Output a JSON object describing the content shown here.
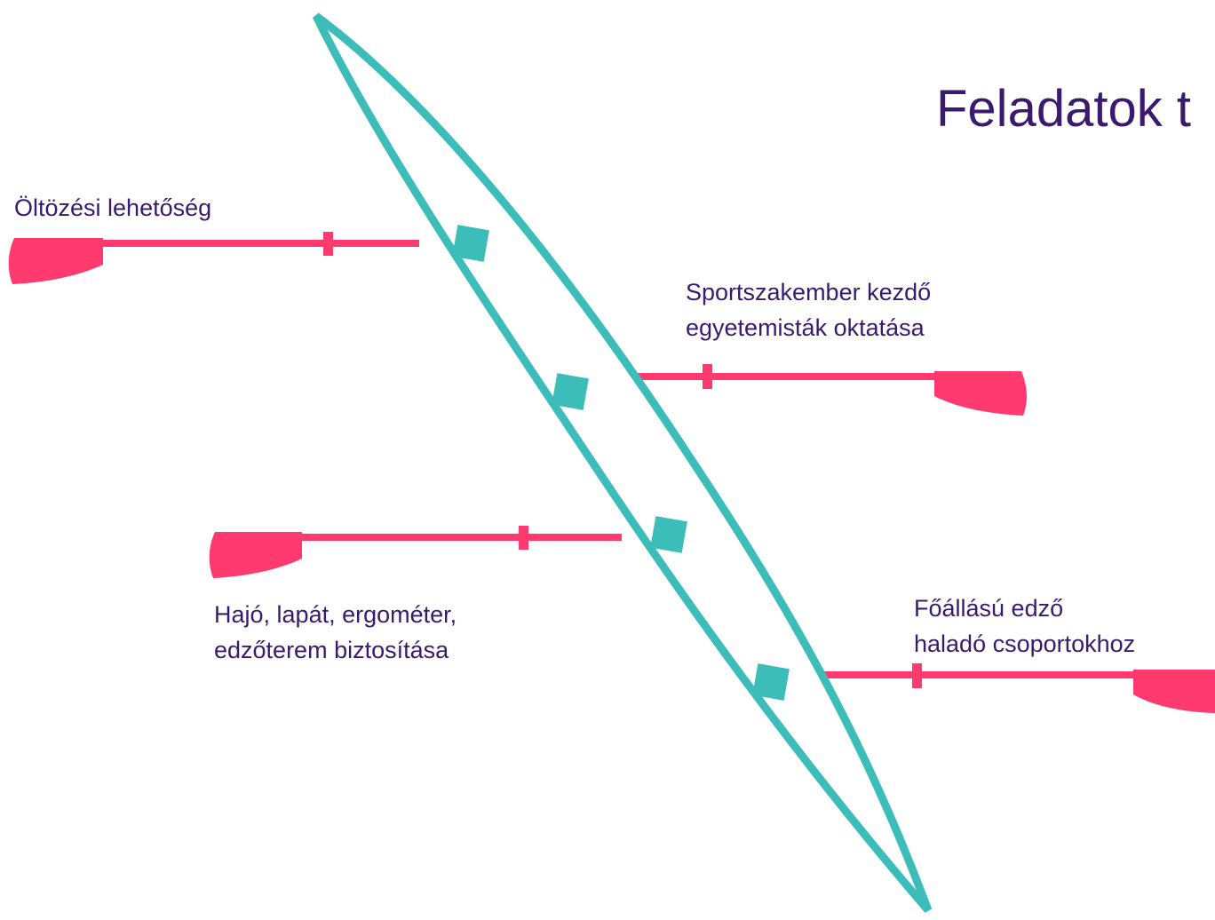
{
  "title": "Feladatok t",
  "labels": {
    "clothing": "Öltözési lehetőség",
    "educator_line1": "Sportszakember kezdő",
    "educator_line2": "egyetemisták oktatása",
    "equipment_line1": "Hajó, lapát, ergométer,",
    "equipment_line2": "edzőterem biztosítása",
    "coach_line1": "Főállású edző",
    "coach_line2": "haladó csoportokhoz"
  },
  "colors": {
    "boat_outline": "#3dbdba",
    "seat": "#3dbdba",
    "oar": "#ff3a6e",
    "text": "#3a1a6e"
  }
}
